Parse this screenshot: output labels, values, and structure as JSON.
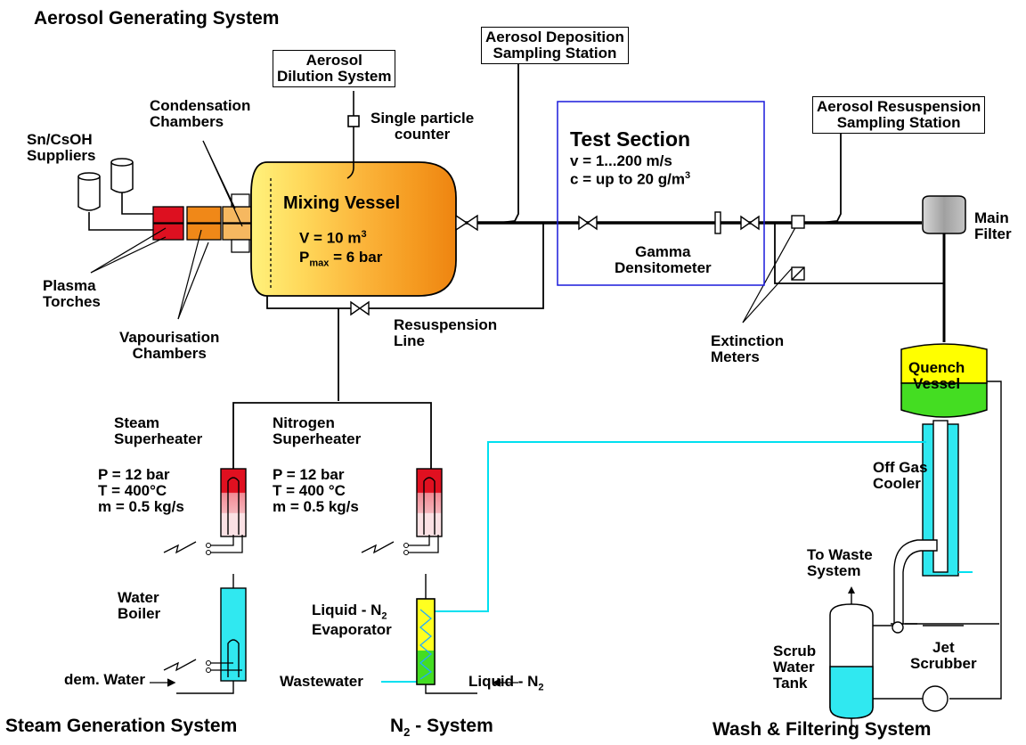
{
  "headers": {
    "aerosol_generating": "Aerosol Generating System",
    "steam_generation": "Steam Generation System",
    "n2_system_main": "N",
    "n2_system_sub": "2",
    "n2_system_rest": " - System",
    "wash_filtering": "Wash & Filtering System"
  },
  "stations": {
    "dilution_line1": "Aerosol",
    "dilution_line2": "Dilution System",
    "deposition_line1": "Aerosol Deposition",
    "deposition_line2": "Sampling Station",
    "resuspension_line1": "Aerosol Resuspension",
    "resuspension_line2": "Sampling Station"
  },
  "labels": {
    "single_particle_1": "Single particle",
    "single_particle_2": "counter",
    "condensation_1": "Condensation",
    "condensation_2": "Chambers",
    "suppliers_1": "Sn/CsOH",
    "suppliers_2": "Suppliers",
    "plasma_1": "Plasma",
    "plasma_2": "Torches",
    "vapour_1": "Vapourisation",
    "vapour_2": "Chambers",
    "resusp_line_1": "Resuspension",
    "resusp_line_2": "Line",
    "gamma_1": "Gamma",
    "gamma_2": "Densitometer",
    "extinction_1": "Extinction",
    "extinction_2": "Meters",
    "main_filter_1": "Main",
    "main_filter_2": "Filter",
    "quench_1": "Quench",
    "quench_2": "Vessel",
    "offgas_1": "Off Gas",
    "offgas_2": "Cooler",
    "towaste_1": "To Waste",
    "towaste_2": "System",
    "jet_1": "Jet",
    "jet_2": "Scrubber",
    "scrub_1": "Scrub",
    "scrub_2": "Water",
    "scrub_3": "Tank",
    "steam_sh_1": "Steam",
    "steam_sh_2": "Superheater",
    "nitro_sh_1": "Nitrogen",
    "nitro_sh_2": "Superheater",
    "boiler_1": "Water",
    "boiler_2": "Boiler",
    "dem_water": "dem. Water",
    "liq_n2_evap_1": "Liquid - N",
    "liq_n2_evap_sub": "2",
    "liq_n2_evap_2": "Evaporator",
    "wastewater": "Wastewater",
    "liq_n2": "Liquid - N",
    "liq_n2_sub": "2"
  },
  "mixing_vessel": {
    "title": "Mixing Vessel",
    "volume": "V = 10 m",
    "volume_sup": "3",
    "pressure_p": "P",
    "pressure_sub": "max",
    "pressure_val": " = 6 bar"
  },
  "test_section": {
    "title": "Test Section",
    "velocity": "v = 1...200 m/s",
    "conc": "c = up to  20 g/m",
    "conc_sup": "3"
  },
  "steam_params": {
    "p": "P = 12 bar",
    "t": "T = 400°C",
    "m": "m = 0.5 kg/s"
  },
  "nitrogen_params": {
    "p": "P  = 12 bar",
    "t": "T  = 400 °C",
    "m": "m = 0.5 kg/s"
  },
  "colors": {
    "vessel_light": "#fff07a",
    "vessel_dark": "#f08a10",
    "torch_red": "#dd1020",
    "vapour_orange": "#f08818",
    "cyan_line": "#00e0f0",
    "cyan_fill": "#30e8f0",
    "quench_yellow": "#ffff00",
    "quench_green": "#44dd22",
    "box_blue": "#1a1adc",
    "filter_grey": "#a8a8a8"
  }
}
